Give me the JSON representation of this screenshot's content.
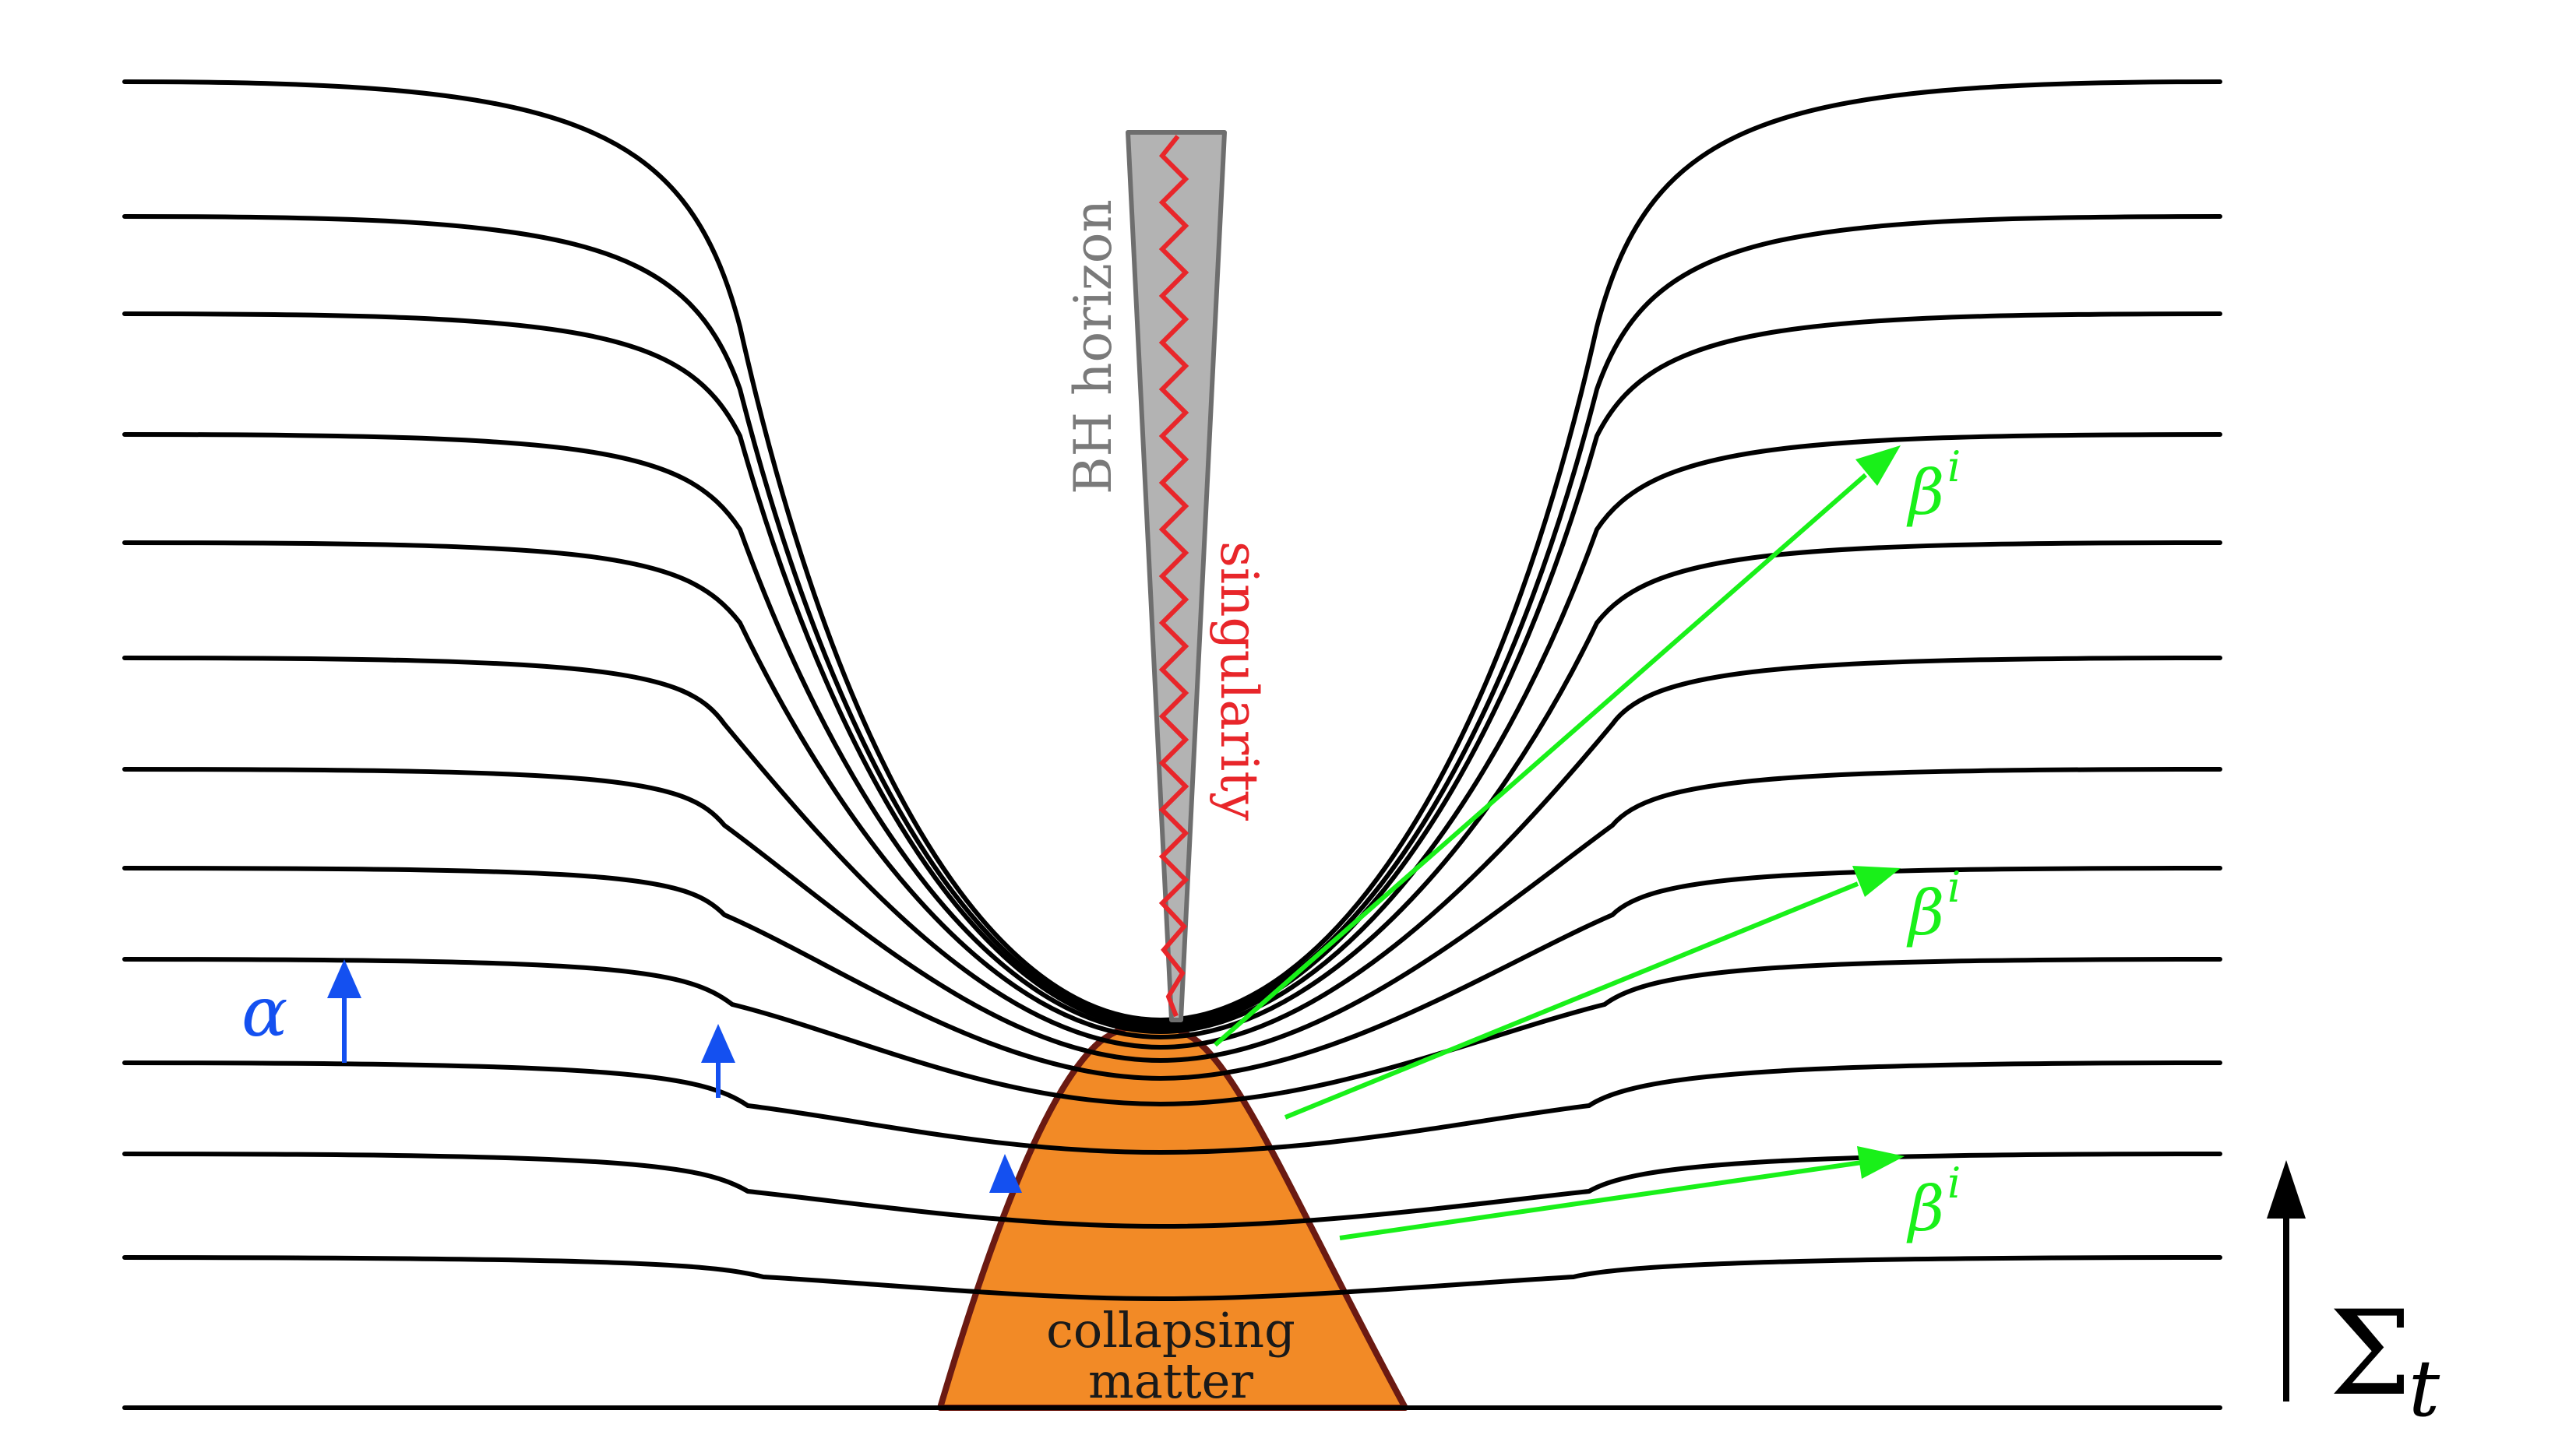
{
  "labels": {
    "horizon": "BH horizon",
    "singularity": "singularity",
    "matter_line1": "collapsing",
    "matter_line2": "matter",
    "lapse": "α",
    "shift_base": "β",
    "shift_sup": "i",
    "slice_base": "Σ",
    "slice_sub": "t"
  },
  "colors": {
    "slices": "#000000",
    "matter_fill": "#f28a26",
    "matter_edge": "#6b1a12",
    "horizon_fill": "#b3b3b3",
    "horizon_edge": "#6e6e6e",
    "singularity": "#e8262a",
    "lapse_arrows": "#1450f0",
    "shift_arrows": "#19f019",
    "label_gray": "#7a7a7a"
  }
}
